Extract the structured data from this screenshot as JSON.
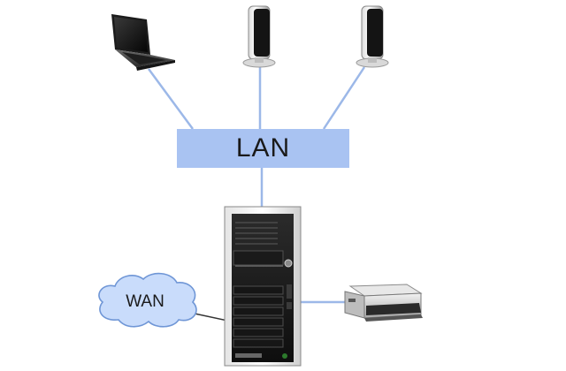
{
  "network": {
    "lan_label": "LAN",
    "wan_label": "WAN"
  },
  "nodes": [
    {
      "id": "laptop",
      "icon": "laptop-icon"
    },
    {
      "id": "thin-client-1",
      "icon": "thin-client-icon"
    },
    {
      "id": "thin-client-2",
      "icon": "thin-client-icon"
    },
    {
      "id": "server",
      "icon": "tower-server-icon"
    },
    {
      "id": "printer",
      "icon": "printer-icon"
    },
    {
      "id": "wan-cloud",
      "icon": "cloud-icon"
    }
  ],
  "connections": [
    {
      "from": "laptop",
      "to": "lan"
    },
    {
      "from": "thin-client-1",
      "to": "lan"
    },
    {
      "from": "thin-client-2",
      "to": "lan"
    },
    {
      "from": "lan",
      "to": "server"
    },
    {
      "from": "server",
      "to": "printer"
    },
    {
      "from": "wan-cloud",
      "to": "server"
    }
  ],
  "colors": {
    "link": "#9cb8e8",
    "lan_fill": "#a9c3f2",
    "cloud_fill": "#c9dcfb",
    "cloud_stroke": "#6f96d6"
  }
}
